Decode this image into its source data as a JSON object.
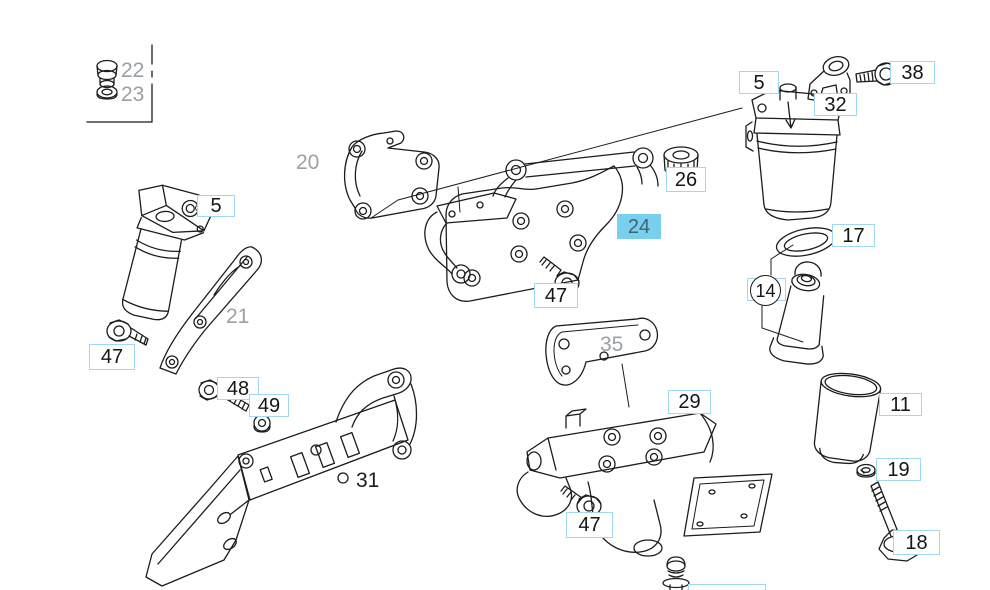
{
  "diagram": {
    "type": "exploded-parts-diagram",
    "background_color": "#ffffff",
    "line_color": "#1c1c1c",
    "highlight_color": "#79d0ee",
    "box_border_color": "#9fd8ef",
    "muted_label_color": "#9ba0a4",
    "labels": [
      {
        "text": "22",
        "style": "muted"
      },
      {
        "text": "23",
        "style": "muted"
      },
      {
        "text": "20",
        "style": "muted"
      },
      {
        "text": "5",
        "style": "boxed"
      },
      {
        "text": "21",
        "style": "muted"
      },
      {
        "text": "47",
        "style": "boxed"
      },
      {
        "text": "48",
        "style": "boxed"
      },
      {
        "text": "49",
        "style": "boxed"
      },
      {
        "text": "31",
        "style": "plain"
      },
      {
        "text": "26",
        "style": "boxed"
      },
      {
        "text": "24",
        "style": "highlight"
      },
      {
        "text": "47",
        "style": "boxed"
      },
      {
        "text": "35",
        "style": "muted"
      },
      {
        "text": "29",
        "style": "boxed"
      },
      {
        "text": "47",
        "style": "boxed"
      },
      {
        "text": "5",
        "style": "boxed"
      },
      {
        "text": "32",
        "style": "boxed"
      },
      {
        "text": "38",
        "style": "boxed"
      },
      {
        "text": "17",
        "style": "boxed"
      },
      {
        "text": "14",
        "style": "circled"
      },
      {
        "text": "11",
        "style": "boxed"
      },
      {
        "text": "19",
        "style": "boxed"
      },
      {
        "text": "18",
        "style": "boxed"
      },
      {
        "text": "",
        "style": "boxed-partial"
      }
    ]
  }
}
